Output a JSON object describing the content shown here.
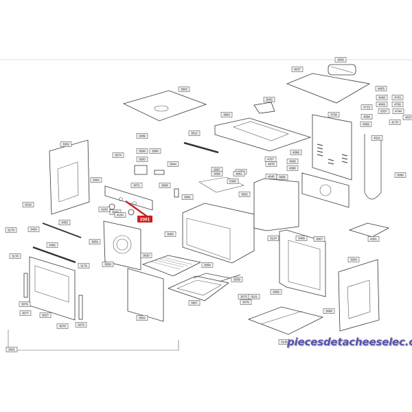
{
  "diagram": {
    "title": "Oven exploded parts view",
    "highlighted_part": "3301",
    "highlight_color": "#cc1f1f",
    "labels": [
      "3505",
      "4037",
      "3803",
      "3045",
      "3739",
      "3864",
      "4603",
      "4648",
      "4743",
      "4649",
      "4706",
      "4713",
      "5337",
      "4744",
      "4568",
      "4178",
      "4569",
      "4637",
      "4522",
      "3812",
      "3302",
      "3409",
      "3074",
      "3098",
      "3085",
      "3050",
      "3044",
      "3002",
      "3071",
      "3096",
      "3067",
      "3068",
      "4659",
      "5395",
      "4767",
      "4870",
      "4640",
      "4588",
      "4565",
      "4580",
      "3805",
      "3062",
      "3081",
      "3062",
      "3095",
      "4150",
      "3020",
      "4150",
      "3018",
      "3179",
      "3454",
      "3455",
      "3456",
      "3178",
      "3179",
      "3059",
      "3058",
      "3020",
      "3060",
      "3058",
      "3039",
      "3124",
      "3468",
      "3067",
      "4281",
      "3304",
      "3079",
      "3077",
      "3027",
      "3078",
      "3079",
      "3807",
      "3052",
      "3075",
      "3101",
      "3076",
      "3666",
      "3668",
      "3135",
      "3001"
    ]
  },
  "watermark": "piecesdetacheeselec.com"
}
